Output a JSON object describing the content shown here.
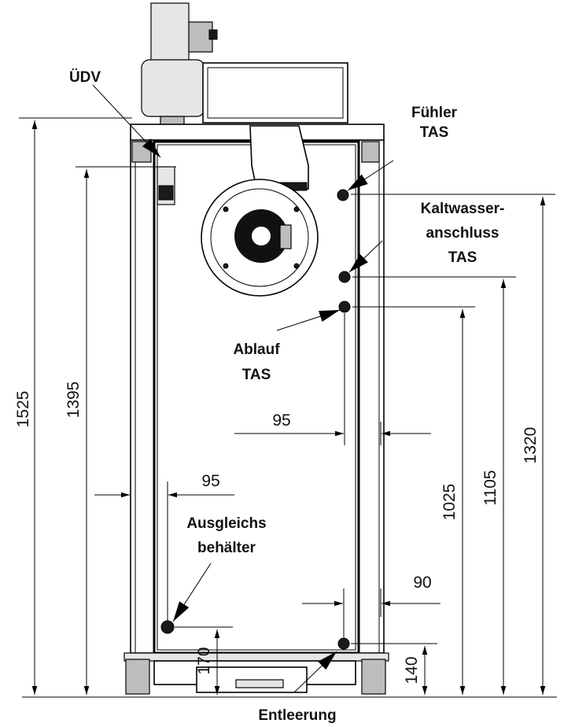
{
  "labels": {
    "udv": "ÜDV",
    "fuehler_1": "Fühler",
    "fuehler_2": "TAS",
    "kaltwasser_1": "Kaltwasser-",
    "kaltwasser_2": "anschluss",
    "kaltwasser_3": "TAS",
    "ablauf_1": "Ablauf",
    "ablauf_2": "TAS",
    "ausgleich_1": "Ausgleichs",
    "ausgleich_2": "behälter",
    "entleerung": "Entleerung"
  },
  "dimensions": {
    "d1525": "1525",
    "d1395": "1395",
    "d1320": "1320",
    "d1105": "1105",
    "d1025": "1025",
    "d170": "170",
    "d140": "140",
    "d95_right": "95",
    "d95_left": "95",
    "d90": "90"
  }
}
